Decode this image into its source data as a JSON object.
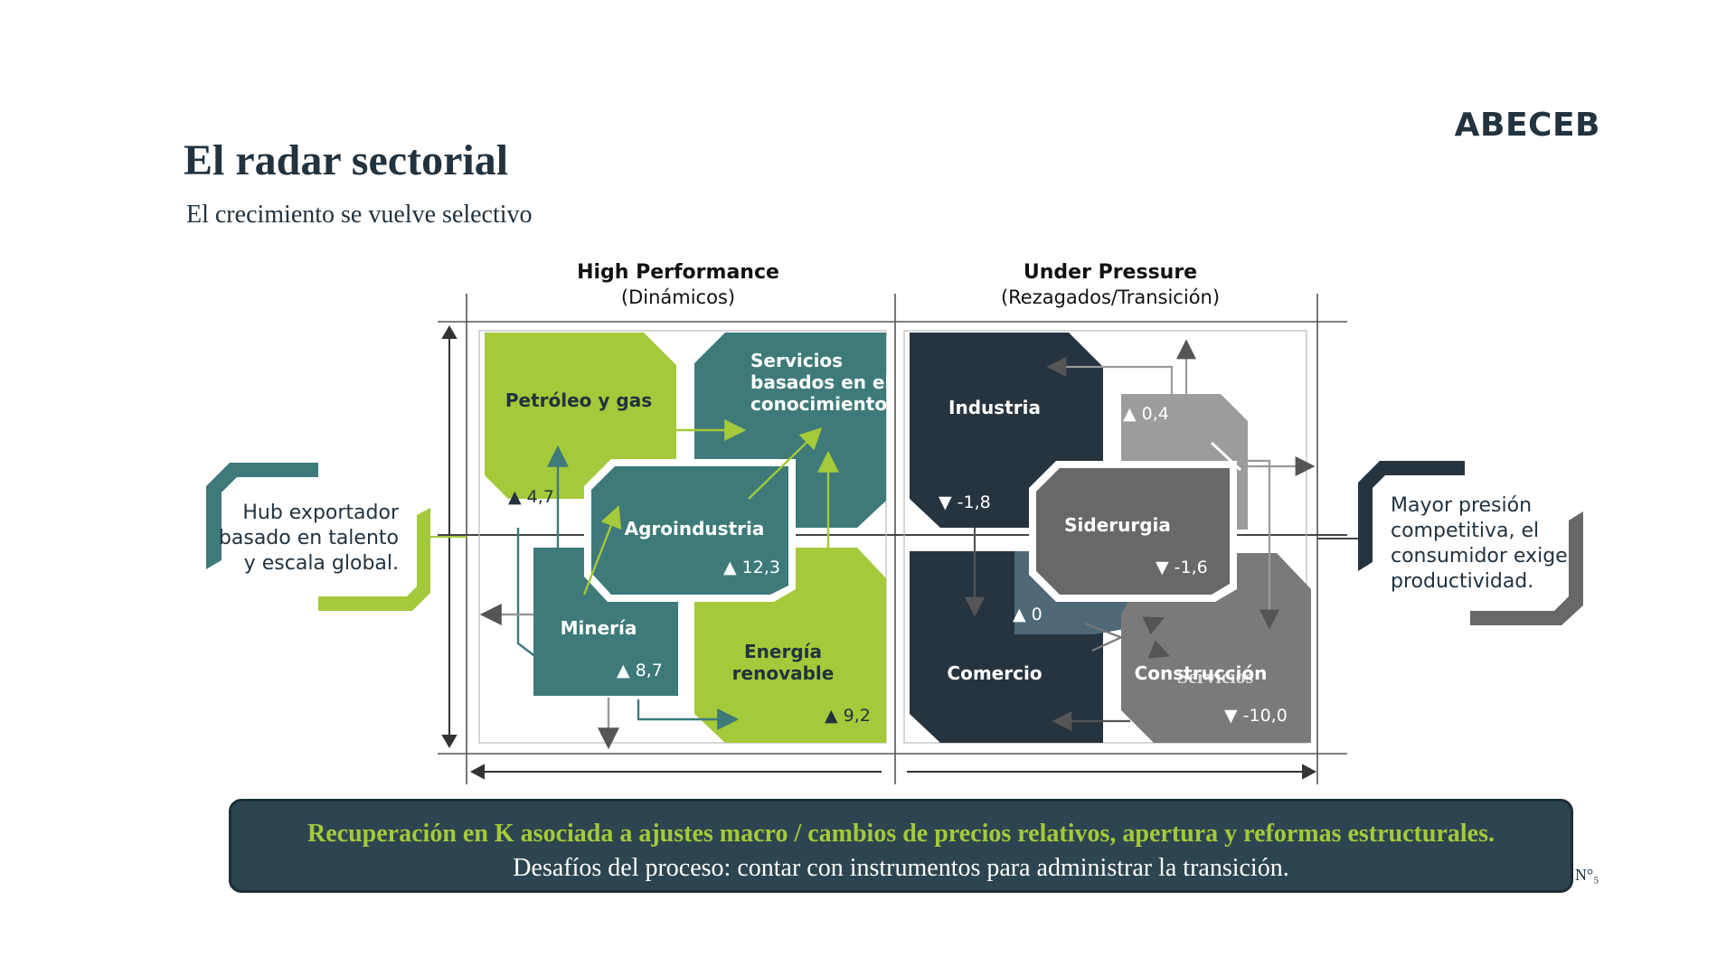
{
  "brand": "ABECEB",
  "title": "El radar sectorial",
  "subtitle": "El crecimiento se vuelve selectivo",
  "columns": {
    "left": {
      "title": "High Performance",
      "subtitle": "(Dinámicos)"
    },
    "right": {
      "title": "Under Pressure",
      "subtitle": "(Rezagados/Transición)"
    }
  },
  "left_note": {
    "line1": "Hub exportador",
    "line2": "basado en talento",
    "line3": "y escala global."
  },
  "right_note": {
    "line1": "Mayor presión",
    "line2": "competitiva, el",
    "line3": "consumidor exige",
    "line4": "productividad."
  },
  "sectors": {
    "petroleo": {
      "label": "Petróleo y gas",
      "value": "▲ 4,7"
    },
    "servicios_conocimiento": {
      "line1": "Servicios",
      "line2": "basados en el",
      "line3": "conocimiento"
    },
    "agroindustria": {
      "label": "Agroindustria",
      "value": "▲ 12,3"
    },
    "mineria": {
      "label": "Minería",
      "value": "▲ 8,7"
    },
    "energia": {
      "line1": "Energía",
      "line2": "renovable",
      "value": "▲ 9,2"
    },
    "industria": {
      "label": "Industria",
      "value": "▼ -1,8"
    },
    "servicios": {
      "value": "▲ 0,4"
    },
    "siderurgia": {
      "label": "Siderurgia",
      "value": "▼ -1,6"
    },
    "comercio": {
      "label": "Comercio",
      "value": "▲ 0"
    },
    "construccion": {
      "label": "Construcción",
      "overlay": "Servicios",
      "value": "▼ -10,0"
    }
  },
  "banner": {
    "line1": "Recuperación en K asociada a ajustes macro / cambios de precios relativos, apertura y reformas estructurales.",
    "line2": "Desafíos del proceso: contar con instrumentos para administrar la transición."
  },
  "page_number": "N°₅",
  "colors": {
    "green": "#a4c93a",
    "teal": "#3e7a7a",
    "navy": "#26343f",
    "gray_dark": "#686868",
    "gray_mid": "#7a7a7a",
    "gray_light": "#9c9c9c",
    "slate": "#4f6878"
  }
}
